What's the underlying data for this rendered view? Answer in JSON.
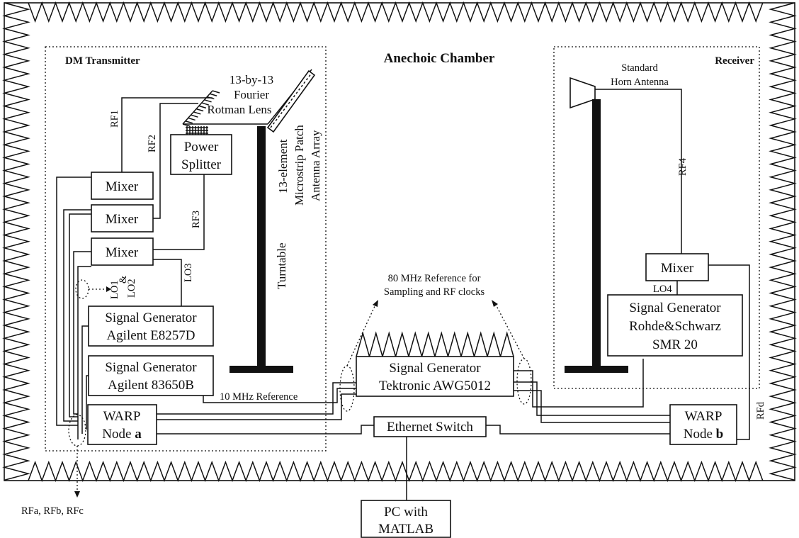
{
  "title": "Anechoic Chamber",
  "sections": {
    "transmitter": "DM Transmitter",
    "receiver": "Receiver"
  },
  "lens": {
    "l1": "13-by-13",
    "l2": "Fourier",
    "l3": "Rotman Lens"
  },
  "array": {
    "l1": "13-element",
    "l2": "Microstrip Patch",
    "l3": "Antenna Array"
  },
  "power_splitter": {
    "l1": "Power",
    "l2": "Splitter"
  },
  "mixer": "Mixer",
  "turntable": "Turntable",
  "rf": {
    "rf1": "RF1",
    "rf2": "RF2",
    "rf3": "RF3",
    "rf4": "RF4",
    "rfd": "RFd"
  },
  "lo": {
    "lo1": "LO1",
    "amp": "&",
    "lo2": "LO2",
    "lo3": "LO3",
    "lo4": "LO4"
  },
  "siggen_e8257d": {
    "l1": "Signal Generator",
    "l2": "Agilent E8257D"
  },
  "siggen_83650b": {
    "l1": "Signal Generator",
    "l2": "Agilent 83650B"
  },
  "siggen_awg": {
    "l1": "Signal Generator",
    "l2": "Tektronic AWG5012"
  },
  "siggen_smr": {
    "l1": "Signal Generator",
    "l2": "Rohde&Schwarz",
    "l3": "SMR 20"
  },
  "warp_a": {
    "l1": "WARP",
    "l2": "Node ",
    "node": "a"
  },
  "warp_b": {
    "l1": "WARP",
    "l2": "Node ",
    "node": "b"
  },
  "ref_10mhz": "10 MHz Reference",
  "ref_80mhz": {
    "l1": "80 MHz Reference for",
    "l2": "Sampling and RF clocks"
  },
  "ethernet": "Ethernet Switch",
  "pc": {
    "l1": "PC with",
    "l2": "MATLAB"
  },
  "horn": {
    "l1": "Standard",
    "l2": "Horn Antenna"
  },
  "rfabc": "RFa, RFb, RFc"
}
